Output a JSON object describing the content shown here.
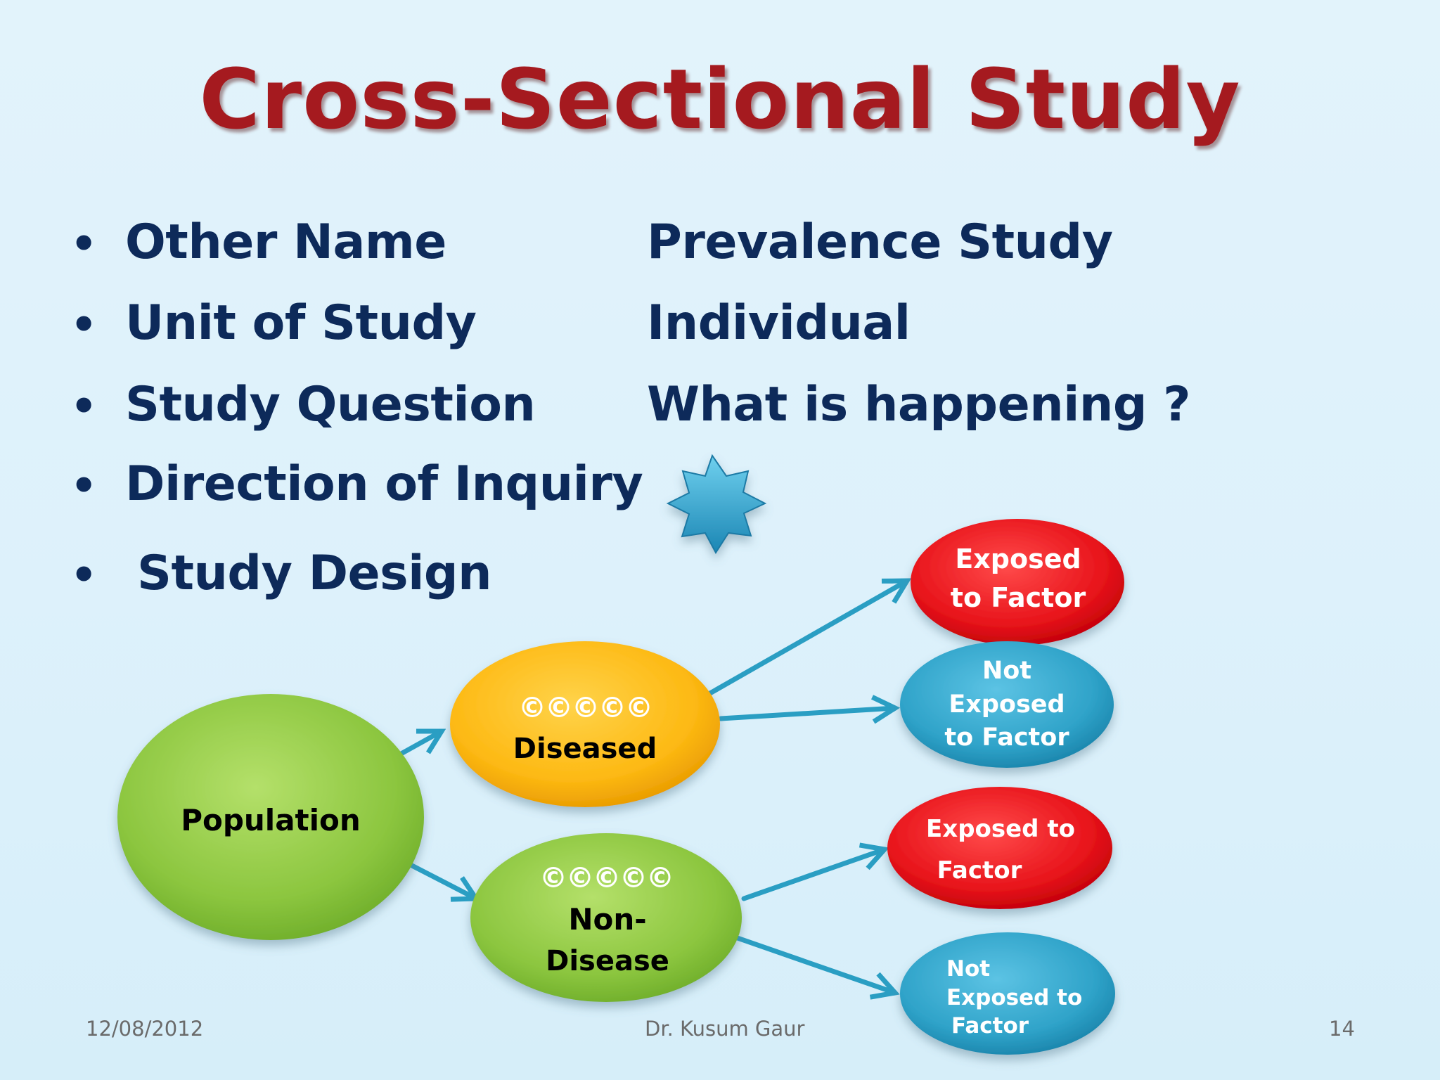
{
  "title": "Cross-Sectional Study",
  "rows": [
    {
      "label": "Other Name",
      "value": "Prevalence Study"
    },
    {
      "label": "Unit of Study",
      "value": "Individual"
    },
    {
      "label": "Study Question",
      "value": "What is happening ?"
    },
    {
      "label": "Direction of Inquiry",
      "value": ""
    },
    {
      "label": "Study Design",
      "value": ""
    }
  ],
  "bullet_char": "•",
  "direction_icon": "star-icon",
  "diagram": {
    "population": "Population",
    "diseased": {
      "symbols": "©©©©©",
      "label": "Diseased"
    },
    "non_disease": {
      "symbols": "©©©©©",
      "line1": "Non-",
      "line2": "Disease"
    },
    "diseased_exposed": {
      "line1": "Exposed",
      "line2": "to Factor"
    },
    "diseased_not_exposed": {
      "line1": "Not",
      "line2": "Exposed",
      "line3": "to Factor"
    },
    "nondisease_exposed": {
      "line1": "Exposed to",
      "line2": "Factor"
    },
    "nondisease_not_exposed": {
      "line1": "Not",
      "line2": "Exposed to",
      "line3": "Factor"
    }
  },
  "colors": {
    "title": "#a51a1f",
    "text": "#0d2a5a",
    "green": "#8cc63f",
    "orange": "#fdb913",
    "red": "#e8141b",
    "blue": "#2fa3c9",
    "arrow": "#2a9ec3"
  },
  "footer": {
    "date": "12/08/2012",
    "author": "Dr. Kusum Gaur",
    "page": "14"
  }
}
